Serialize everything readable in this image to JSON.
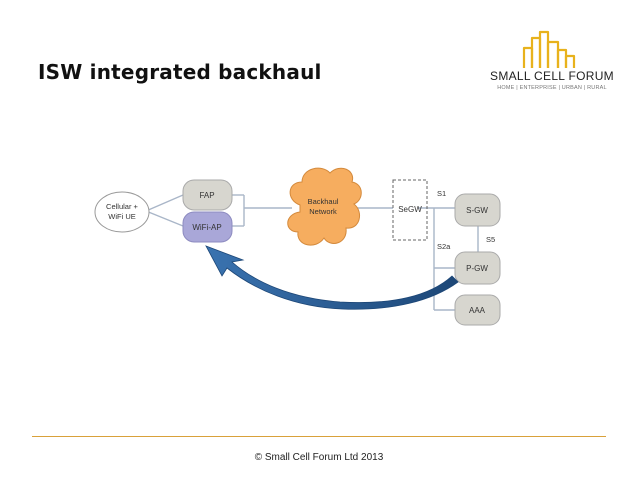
{
  "slide": {
    "title": "ISW integrated backhaul",
    "footer": "© Small Cell Forum Ltd 2013"
  },
  "logo": {
    "name": "SMALL CELL FORUM",
    "tagline": "HOME | ENTERPRISE | URBAN | RURAL",
    "icon": "city-buildings-icon",
    "color": "#e8b21c"
  },
  "diagram": {
    "ue_line1": "Cellular +",
    "ue_line2": "WiFi UE",
    "fap": "FAP",
    "wifi_ap": "WiFi-AP",
    "backhaul_line1": "Backhaul",
    "backhaul_line2": "Network",
    "secgw": "SeGW",
    "sgw": "S-GW",
    "pgw": "P-GW",
    "aaa": "AAA",
    "iface_s1": "S1",
    "iface_s2a": "S2a",
    "iface_s5": "S5"
  },
  "colors": {
    "node_fill": "#d7d6cf",
    "wifi_fill": "#a9a7d8",
    "cloud_fill": "#f6ad5f",
    "arrow_fill": "#2a5a92",
    "footer_line": "#d9a13a"
  }
}
